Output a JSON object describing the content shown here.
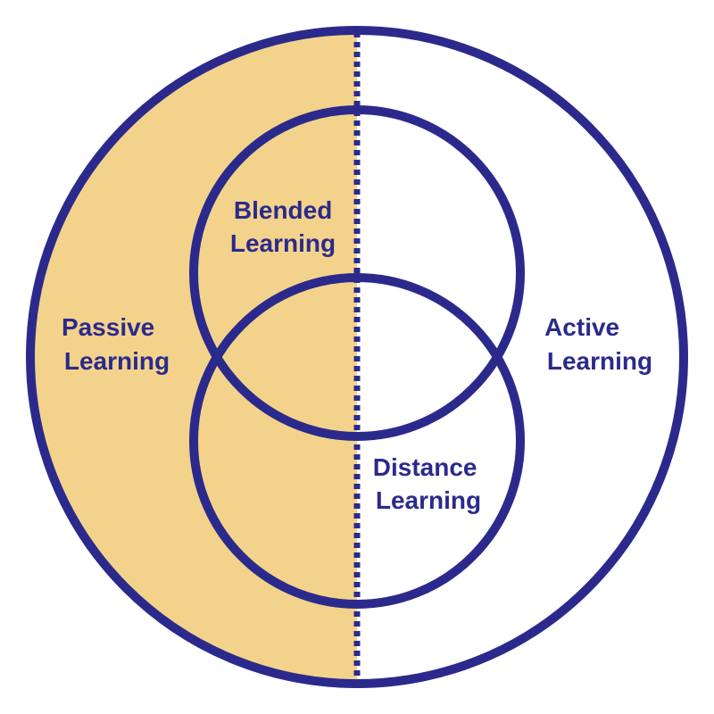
{
  "colors": {
    "outline": "#2B2A8C",
    "passive_fill": "#F3D38B",
    "background": "#FFFFFF"
  },
  "labels": {
    "passive": {
      "line1": "Passive",
      "line2": "Learning"
    },
    "active": {
      "line1": "Active",
      "line2": "Learning"
    },
    "blended": {
      "line1": "Blended",
      "line2": "Learning"
    },
    "distance": {
      "line1": "Distance",
      "line2": "Learning"
    }
  }
}
